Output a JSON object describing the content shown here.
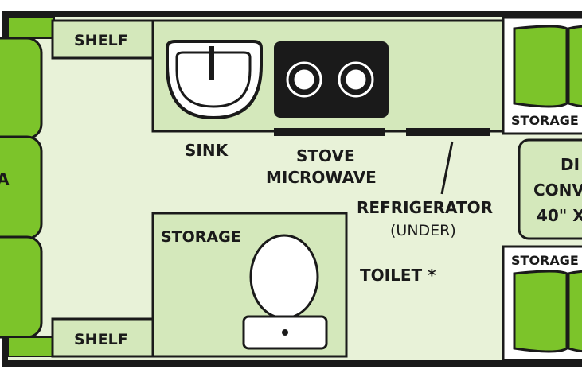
{
  "colors": {
    "outline": "#1a1a1a",
    "floor": "#e8f2d8",
    "cabinet": "#d4e8bb",
    "cushion": "#7cc42a",
    "appliance": "#1a1a1a",
    "fixture": "#ffffff"
  },
  "labels": {
    "shelf_top": "SHELF",
    "shelf_bottom": "SHELF",
    "sink": "SINK",
    "stove": "STOVE",
    "microwave": "MICROWAVE",
    "refrigerator": "REFRIGERATOR",
    "refrigerator_note": "(UNDER)",
    "storage_bath": "STORAGE",
    "toilet": "TOILET *",
    "storage_right_top": "STORAGE",
    "storage_right_bottom": "STORAGE",
    "dinette_line1": "DI",
    "dinette_line2": "CONV",
    "dinette_line3": "40\" X",
    "left_seat_letter": "A"
  },
  "icons": [
    "sink-icon",
    "stove-burner-icon",
    "toilet-icon",
    "cushion-icon"
  ]
}
